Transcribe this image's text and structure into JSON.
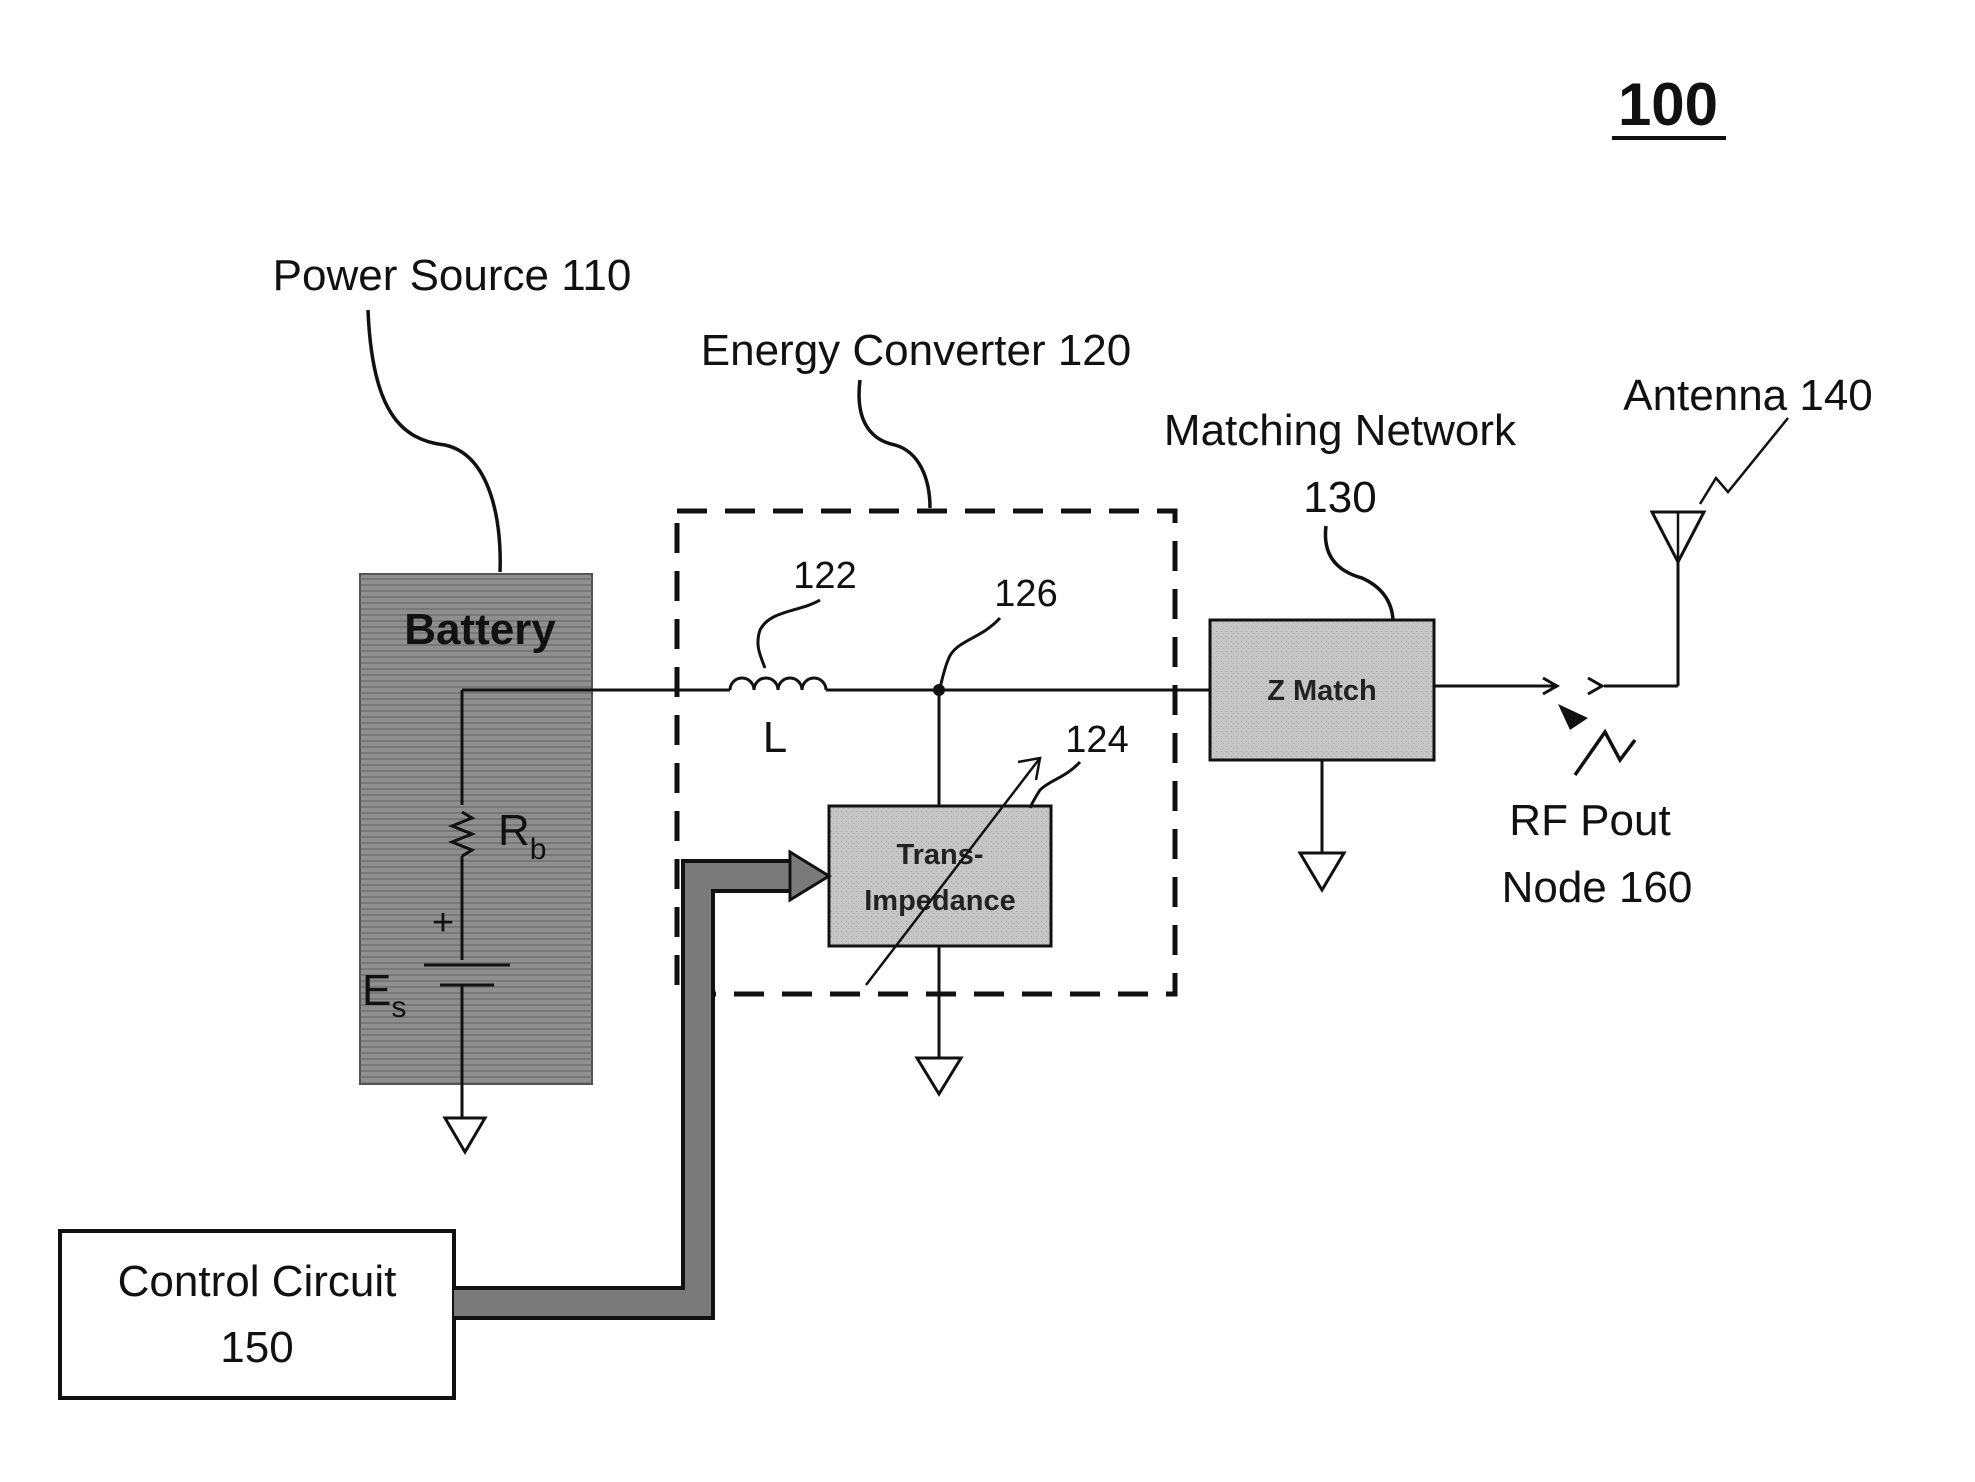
{
  "figure": {
    "number": "100"
  },
  "labels": {
    "power_source": "Power Source 110",
    "energy_converter": "Energy Converter 120",
    "matching_network_line1": "Matching Network",
    "matching_network_line2": "130",
    "antenna": "Antenna 140",
    "rf_pout_line1": "RF Pout",
    "rf_pout_line2": "Node 160",
    "control_circuit_line1": "Control Circuit",
    "control_circuit_line2": "150"
  },
  "battery": {
    "title": "Battery",
    "resistor_main": "R",
    "resistor_sub": "b",
    "source_main": "E",
    "source_sub": "s",
    "plus": "+"
  },
  "converter": {
    "inductor_ref": "122",
    "inductor_label": "L",
    "node_ref": "126",
    "trans_ref": "124",
    "trans_line1": "Trans-",
    "trans_line2": "Impedance"
  },
  "matching": {
    "block_label": "Z Match"
  },
  "colors": {
    "battery_fill": "#8c8c8c",
    "block_fill": "#c4c4c4",
    "bus_fill": "#7a7a7a",
    "line": "#111111"
  }
}
